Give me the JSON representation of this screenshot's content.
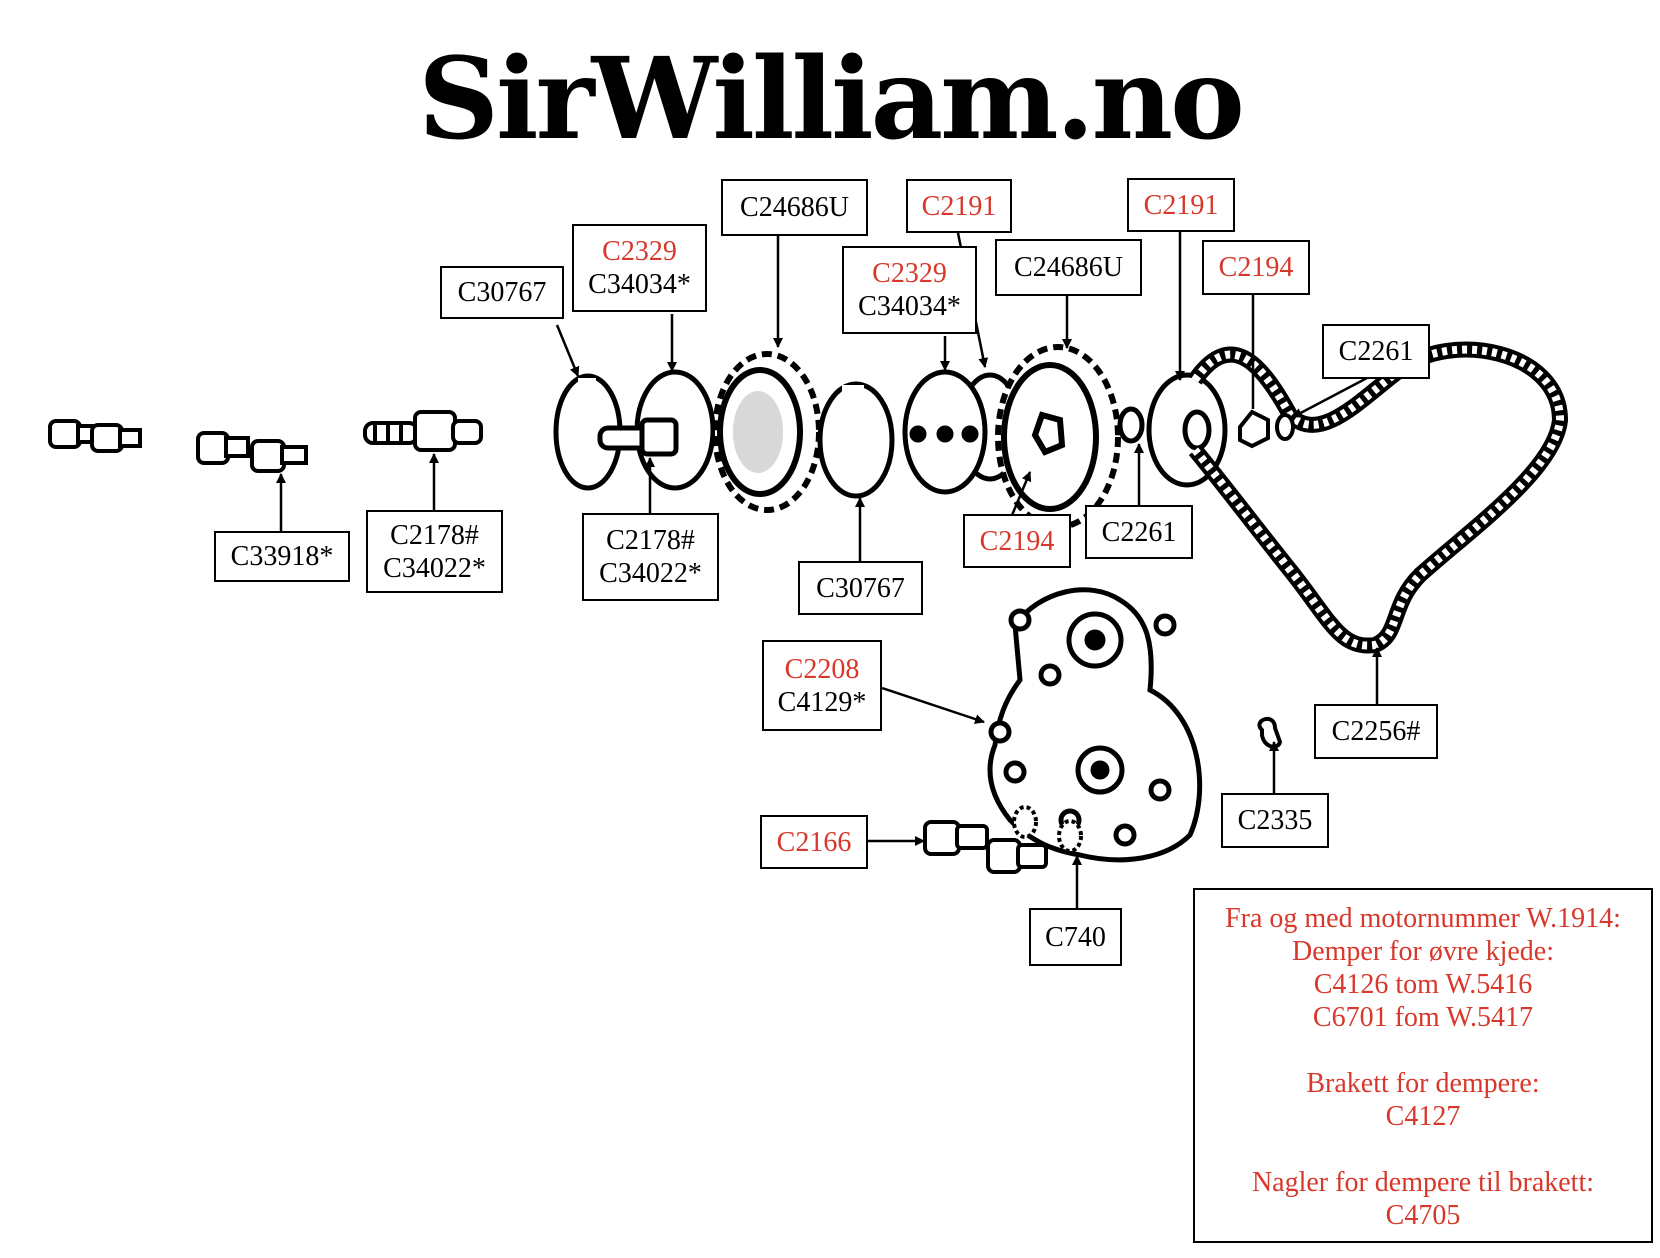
{
  "title": "SirWilliam.no",
  "colors": {
    "red": "#d8382b",
    "black": "#000000"
  },
  "labels": {
    "c30767_left": {
      "lines": [
        "C30767"
      ],
      "colors": [
        "black"
      ]
    },
    "c2329_left": {
      "lines": [
        "C2329",
        "C34034*"
      ],
      "colors": [
        "red",
        "black"
      ]
    },
    "c24686u_left": {
      "lines": [
        "C24686U"
      ],
      "colors": [
        "black"
      ]
    },
    "c2191_left": {
      "lines": [
        "C2191"
      ],
      "colors": [
        "red"
      ]
    },
    "c2329_right": {
      "lines": [
        "C2329",
        "C34034*"
      ],
      "colors": [
        "red",
        "black"
      ]
    },
    "c24686u_right": {
      "lines": [
        "C24686U"
      ],
      "colors": [
        "black"
      ]
    },
    "c2191_right": {
      "lines": [
        "C2191"
      ],
      "colors": [
        "red"
      ]
    },
    "c2194_top": {
      "lines": [
        "C2194"
      ],
      "colors": [
        "red"
      ]
    },
    "c2261_top": {
      "lines": [
        "C2261"
      ],
      "colors": [
        "black"
      ]
    },
    "c33918": {
      "lines": [
        "C33918*"
      ],
      "colors": [
        "black"
      ]
    },
    "c2178_left": {
      "lines": [
        "C2178#",
        "C34022*"
      ],
      "colors": [
        "black",
        "black"
      ]
    },
    "c2178_mid": {
      "lines": [
        "C2178#",
        "C34022*"
      ],
      "colors": [
        "black",
        "black"
      ]
    },
    "c30767_right": {
      "lines": [
        "C30767"
      ],
      "colors": [
        "black"
      ]
    },
    "c2194_bottom": {
      "lines": [
        "C2194"
      ],
      "colors": [
        "red"
      ]
    },
    "c2261_bottom": {
      "lines": [
        "C2261"
      ],
      "colors": [
        "black"
      ]
    },
    "c2208": {
      "lines": [
        "C2208",
        "C4129*"
      ],
      "colors": [
        "red",
        "black"
      ]
    },
    "c2256": {
      "lines": [
        "C2256#"
      ],
      "colors": [
        "black"
      ]
    },
    "c2166": {
      "lines": [
        "C2166"
      ],
      "colors": [
        "red"
      ]
    },
    "c2335": {
      "lines": [
        "C2335"
      ],
      "colors": [
        "black"
      ]
    },
    "c740": {
      "lines": [
        "C740"
      ],
      "colors": [
        "black"
      ]
    }
  },
  "note": {
    "lines": [
      "Fra og med motornummer W.1914:",
      "Demper for øvre kjede:",
      "C4126 tom W.5416",
      "C6701 fom W.5417",
      "",
      "Brakett for dempere:",
      "C4127",
      "",
      "Nagler for dempere til brakett:",
      "C4705"
    ]
  }
}
